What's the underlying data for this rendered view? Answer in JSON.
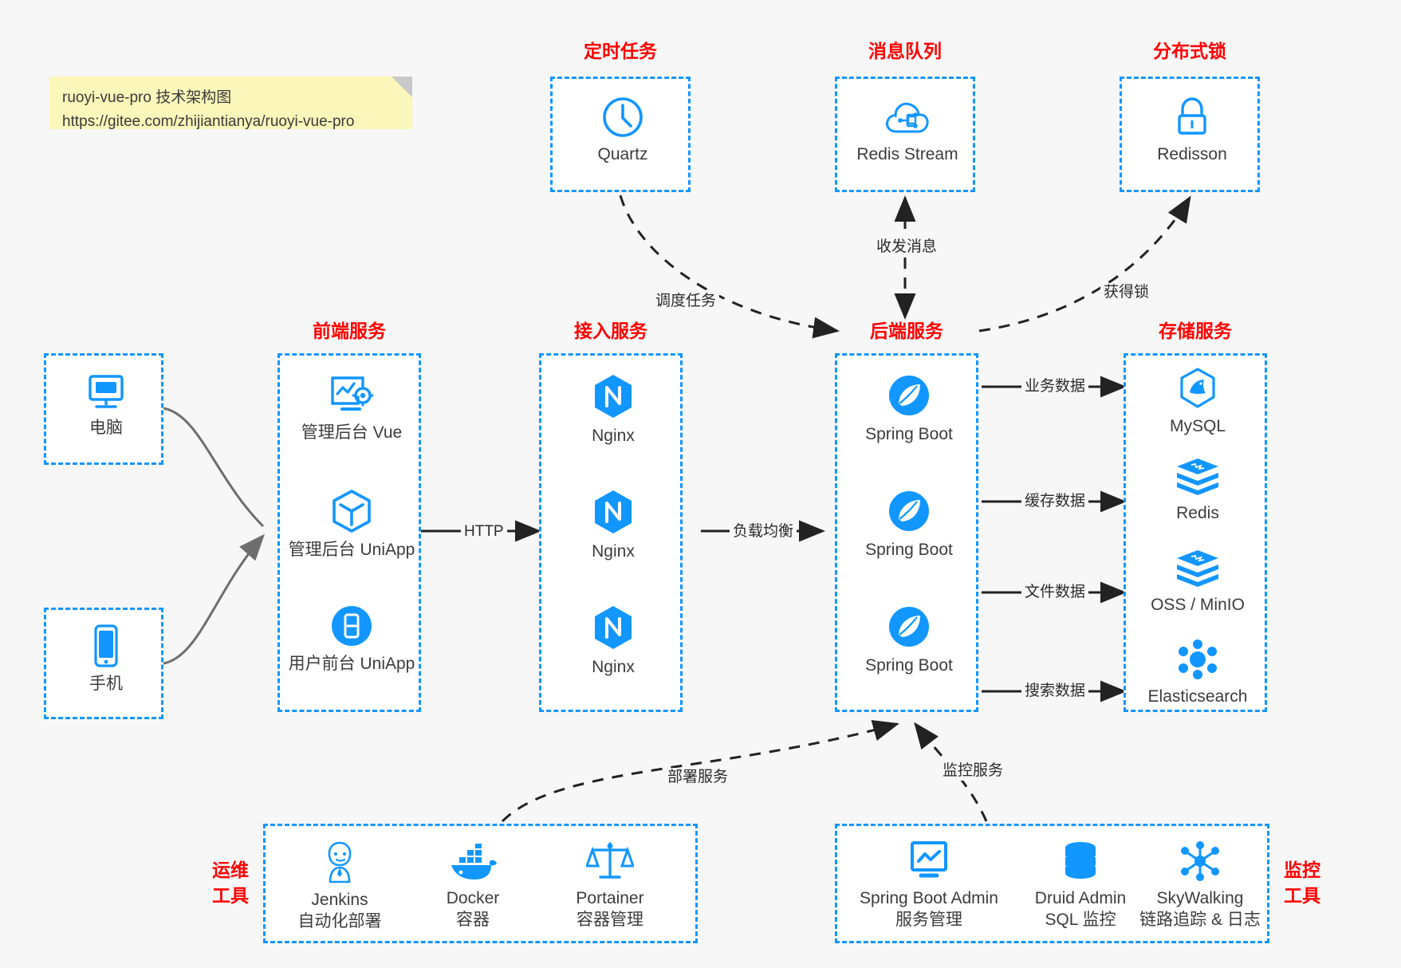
{
  "note": {
    "line1": "ruoyi-vue-pro 技术架构图",
    "line2": "https://gitee.com/zhijiantianya/ruoyi-vue-pro"
  },
  "groups": {
    "scheduled_task": "定时任务",
    "message_queue": "消息队列",
    "distributed_lock": "分布式锁",
    "frontend_service": "前端服务",
    "access_service": "接入服务",
    "backend_service": "后端服务",
    "storage_service": "存储服务",
    "ops_tools_line1": "运维",
    "ops_tools_line2": "工具",
    "monitor_tools_line1": "监控",
    "monitor_tools_line2": "工具"
  },
  "nodes": {
    "quartz": "Quartz",
    "redis_stream": "Redis Stream",
    "redisson": "Redisson",
    "computer": "电脑",
    "phone": "手机",
    "admin_vue": "管理后台 Vue",
    "admin_uniapp": "管理后台 UniApp",
    "user_uniapp": "用户前台 UniApp",
    "nginx1": "Nginx",
    "nginx2": "Nginx",
    "nginx3": "Nginx",
    "spring_boot1": "Spring Boot",
    "spring_boot2": "Spring Boot",
    "spring_boot3": "Spring Boot",
    "mysql": "MySQL",
    "redis": "Redis",
    "oss_minio": "OSS / MinIO",
    "elasticsearch": "Elasticsearch",
    "jenkins": "Jenkins",
    "jenkins_sub": "自动化部署",
    "docker": "Docker",
    "docker_sub": "容器",
    "portainer": "Portainer",
    "portainer_sub": "容器管理",
    "spring_boot_admin": "Spring Boot Admin",
    "spring_boot_admin_sub": "服务管理",
    "druid_admin": "Druid Admin",
    "druid_admin_sub": "SQL 监控",
    "skywalking": "SkyWalking",
    "skywalking_sub": "链路追踪 & 日志"
  },
  "edges": {
    "schedule_task": "调度任务",
    "send_receive_message": "收发消息",
    "acquire_lock": "获得锁",
    "http": "HTTP",
    "load_balance": "负载均衡",
    "business_data": "业务数据",
    "cache_data": "缓存数据",
    "file_data": "文件数据",
    "search_data": "搜索数据",
    "deploy_service": "部署服务",
    "monitor_service": "监控服务"
  },
  "icons": {
    "clock": "clock-icon",
    "cloud_stream": "cloud-stream-icon",
    "lock": "lock-icon",
    "desktop": "desktop-icon",
    "mobile": "mobile-icon",
    "dashboard_gear": "dashboard-gear-icon",
    "cube": "cube-icon",
    "app_window": "app-window-icon",
    "nginx": "nginx-icon",
    "spring": "spring-leaf-icon",
    "mysql": "mysql-dolphin-icon",
    "redis": "redis-stack-icon",
    "oss": "oss-stack-icon",
    "elasticsearch": "elasticsearch-icon",
    "jenkins": "jenkins-butler-icon",
    "docker": "docker-whale-icon",
    "portainer": "portainer-scale-icon",
    "monitor_chart": "monitor-chart-icon",
    "database": "database-cylinder-icon",
    "skywalking": "skywalking-node-icon"
  },
  "colors": {
    "accent_blue": "#1296ff",
    "title_red": "#ff0000",
    "note_yellow": "#fbf6ba",
    "background": "#f7f7f7",
    "arrow_gray": "#6e6e6e",
    "arrow_dark": "#222222"
  }
}
